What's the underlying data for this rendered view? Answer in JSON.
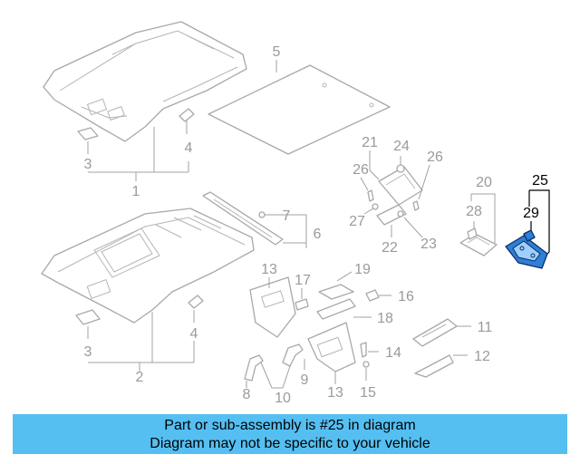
{
  "callouts": {
    "c1": "1",
    "c2": "2",
    "c3a": "3",
    "c3b": "3",
    "c4a": "4",
    "c4b": "4",
    "c5": "5",
    "c6": "6",
    "c7": "7",
    "c8": "8",
    "c9": "9",
    "c10": "10",
    "c11": "11",
    "c12": "12",
    "c13a": "13",
    "c13b": "13",
    "c14": "14",
    "c15": "15",
    "c16": "16",
    "c17": "17",
    "c18": "18",
    "c19": "19",
    "c20": "20",
    "c21": "21",
    "c22": "22",
    "c23": "23",
    "c24": "24",
    "c26a": "26",
    "c26b": "26",
    "c27": "27",
    "c28": "28",
    "c25": "25",
    "c29": "29"
  },
  "highlight": {
    "part": "25",
    "color": "#2f7fd6"
  },
  "banner": {
    "line1": "Part or sub-assembly is #25 in diagram",
    "line2": "Diagram may not be specific to your vehicle",
    "background": "#55bff2"
  }
}
